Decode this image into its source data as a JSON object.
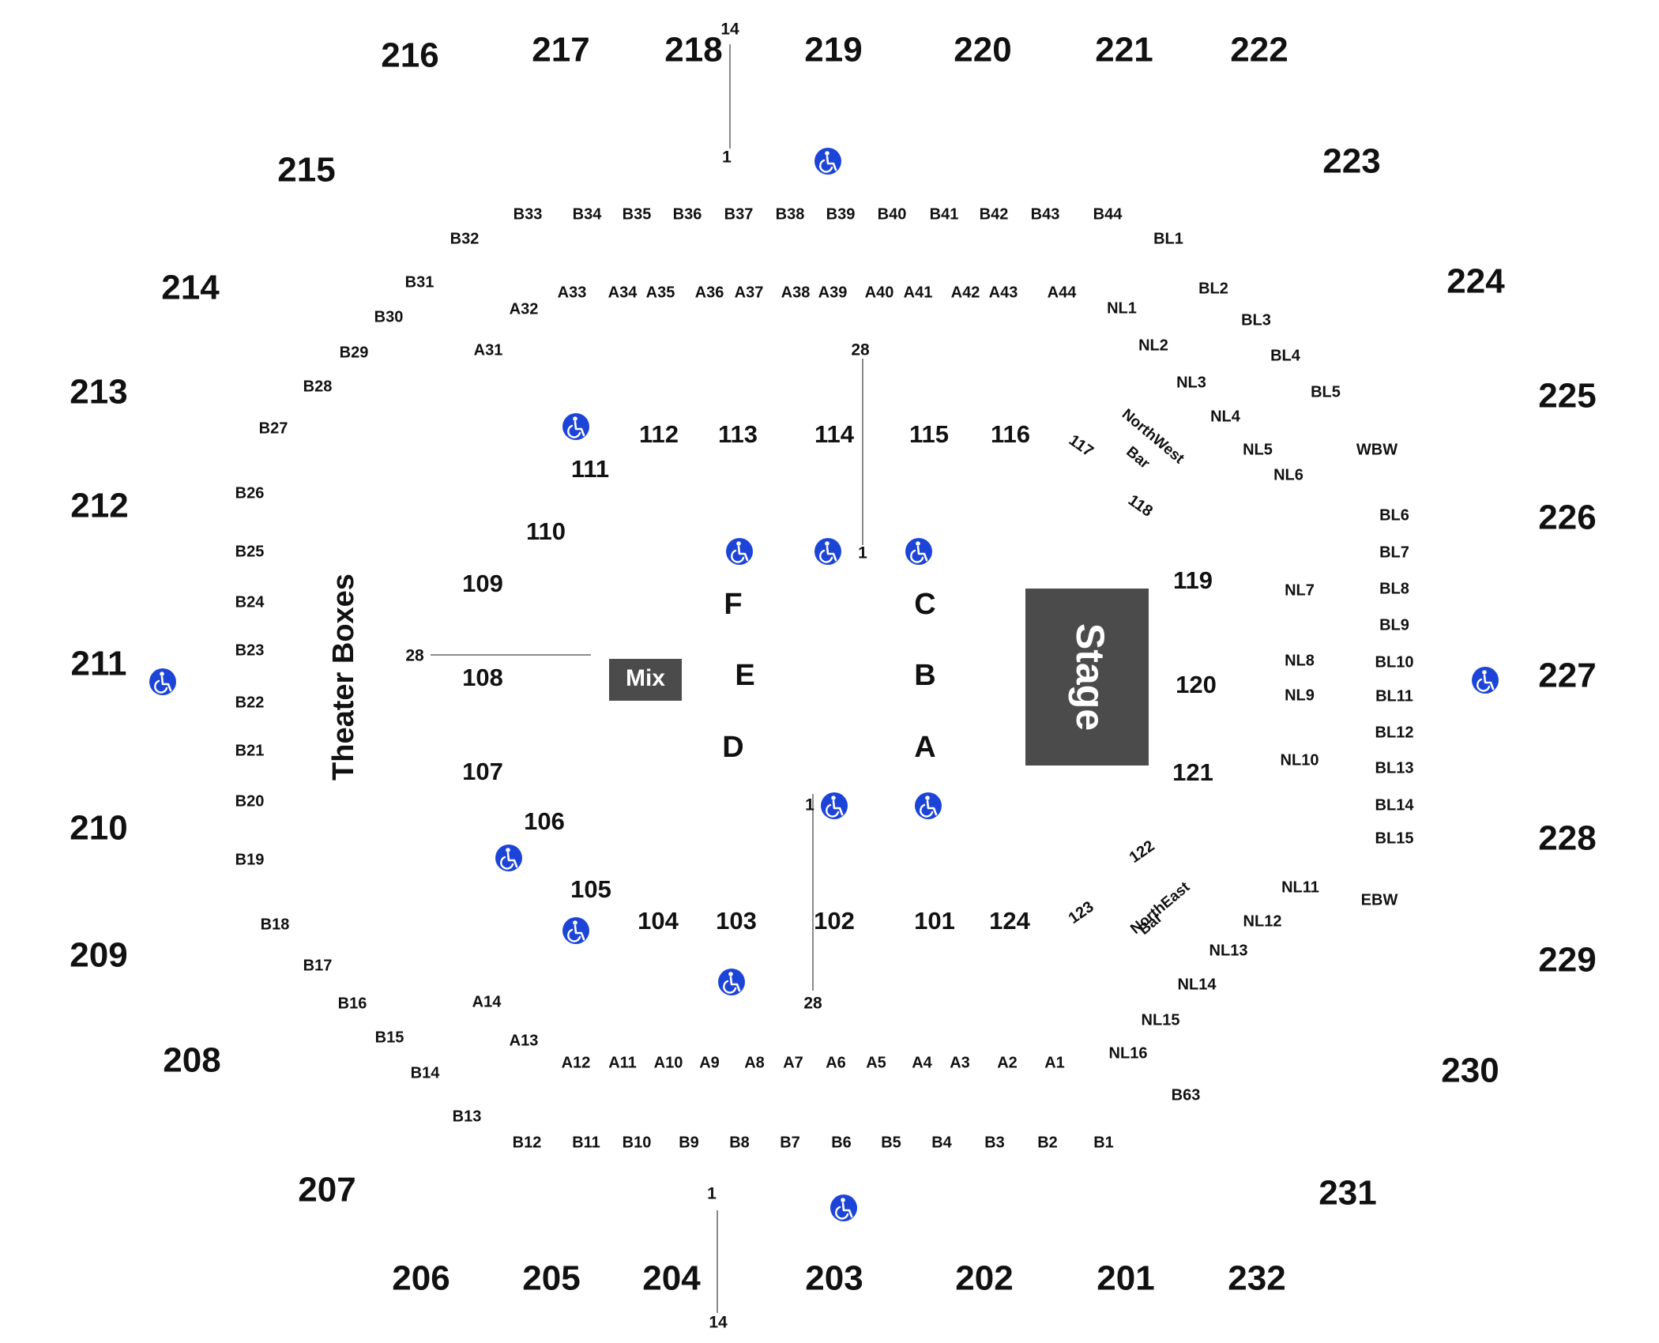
{
  "upper_sections": [
    "201",
    "202",
    "203",
    "204",
    "205",
    "206",
    "207",
    "208",
    "209",
    "210",
    "211",
    "212",
    "213",
    "214",
    "215",
    "216",
    "217",
    "218",
    "219",
    "220",
    "221",
    "222",
    "223",
    "224",
    "225",
    "226",
    "227",
    "228",
    "229",
    "230",
    "231",
    "232"
  ],
  "lower_sections": [
    "101",
    "102",
    "103",
    "104",
    "105",
    "106",
    "107",
    "108",
    "109",
    "110",
    "111",
    "112",
    "113",
    "114",
    "115",
    "116",
    "119",
    "120",
    "121",
    "124"
  ],
  "small_sections": [
    "117",
    "118",
    "122",
    "123"
  ],
  "floor_sections": [
    "A",
    "B",
    "C",
    "D",
    "E",
    "F"
  ],
  "boxes_b": [
    "B1",
    "B2",
    "B3",
    "B4",
    "B5",
    "B6",
    "B7",
    "B8",
    "B9",
    "B10",
    "B11",
    "B12",
    "B13",
    "B14",
    "B15",
    "B16",
    "B17",
    "B18",
    "B19",
    "B20",
    "B21",
    "B22",
    "B23",
    "B24",
    "B25",
    "B26",
    "B27",
    "B28",
    "B29",
    "B30",
    "B31",
    "B32",
    "B33",
    "B34",
    "B35",
    "B36",
    "B37",
    "B38",
    "B39",
    "B40",
    "B41",
    "B42",
    "B43",
    "B44",
    "B63"
  ],
  "boxes_a": [
    "A1",
    "A2",
    "A3",
    "A4",
    "A5",
    "A6",
    "A7",
    "A8",
    "A9",
    "A10",
    "A11",
    "A12",
    "A13",
    "A14",
    "A31",
    "A32",
    "A33",
    "A34",
    "A35",
    "A36",
    "A37",
    "A38",
    "A39",
    "A40",
    "A41",
    "A42",
    "A43",
    "A44"
  ],
  "boxes_nl": [
    "NL1",
    "NL2",
    "NL3",
    "NL4",
    "NL5",
    "NL6",
    "NL7",
    "NL8",
    "NL9",
    "NL10",
    "NL11",
    "NL12",
    "NL13",
    "NL14",
    "NL15",
    "NL16"
  ],
  "boxes_bl": [
    "BL1",
    "BL2",
    "BL3",
    "BL4",
    "BL5",
    "BL6",
    "BL7",
    "BL8",
    "BL9",
    "BL10",
    "BL11",
    "BL12",
    "BL13",
    "BL14",
    "BL15"
  ],
  "other_labels": {
    "wbw": "WBW",
    "ebw": "EBW",
    "theater_boxes": "Theater Boxes",
    "stage": "Stage",
    "mix": "Mix",
    "northwest_bar": [
      "NorthWest",
      "Bar"
    ],
    "northeast_bar": [
      "NorthEast",
      "Bar"
    ]
  },
  "row_labels": {
    "upper_top_start": "14",
    "upper_top_end": "1",
    "upper_bottom_start": "1",
    "upper_bottom_end": "14",
    "floor_top_start": "28",
    "floor_top_end": "1",
    "floor_bottom_start": "1",
    "floor_bottom_end": "28",
    "floor_left": "28"
  },
  "accessible_icon": "wheelchair-icon",
  "colors": {
    "stage_fill": "#4b4b4b",
    "mix_fill": "#4b4b4b",
    "accessible_fill": "#1c44d6",
    "text": "#111111"
  }
}
